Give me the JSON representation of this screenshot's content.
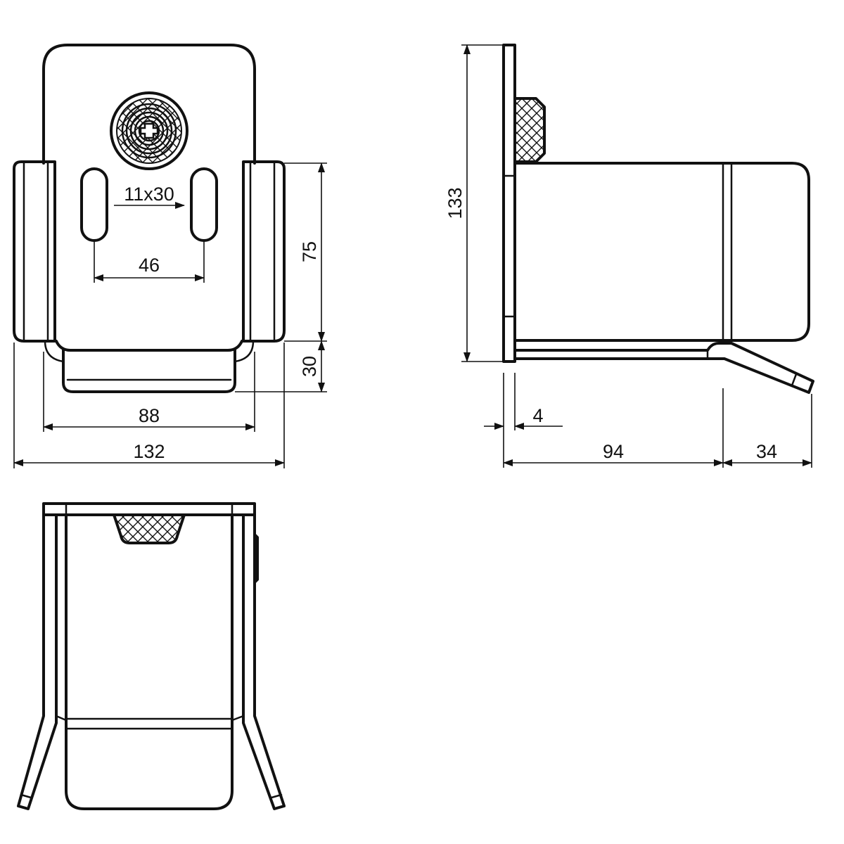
{
  "dimensions": {
    "slot_size": "11x30",
    "slot_spacing": "46",
    "side_height": "75",
    "base_height": "30",
    "inner_width": "88",
    "overall_width": "132",
    "total_height": "133",
    "plate_thickness": "4",
    "depth": "94",
    "tab_depth": "34"
  }
}
